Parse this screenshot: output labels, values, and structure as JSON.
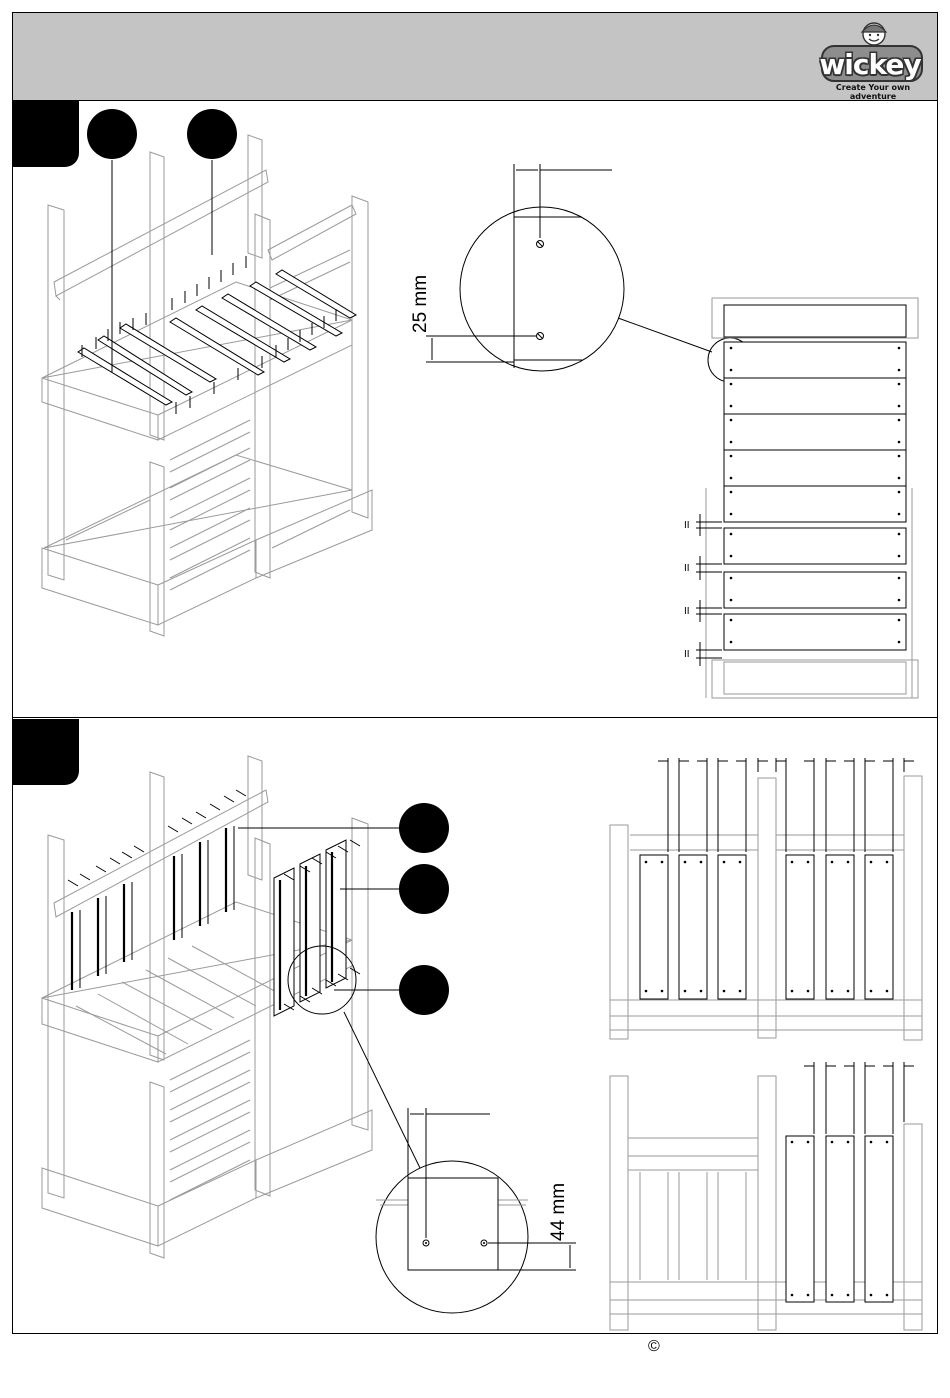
{
  "header": {
    "logo": {
      "name": "wickey-logo",
      "wordmark": "wickey",
      "tagline": "Create Your own adventure"
    }
  },
  "steps": [
    {
      "callouts": 2,
      "dimension": "25 mm"
    },
    {
      "callouts": 3,
      "dimension": "44 mm"
    }
  ],
  "footer": {
    "copyright": "©"
  },
  "colors": {
    "header": "#c4c4c4",
    "line": "#000000",
    "drawing": "#9a9a9a"
  }
}
